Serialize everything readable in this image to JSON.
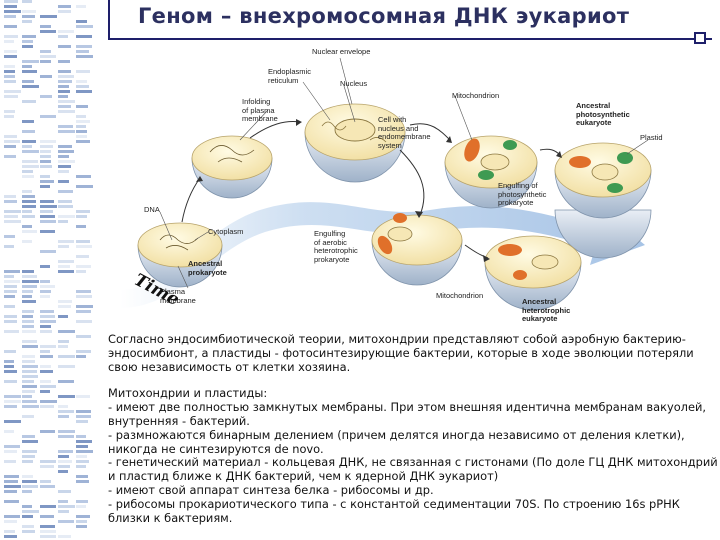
{
  "title": "Геном – внехромосомная ДНК эукариот",
  "diagram": {
    "time_label": "Time",
    "labels": {
      "nuclear_envelope": "Nuclear envelope",
      "endoplasmic_reticulum": "Endoplasmic\nreticulum",
      "nucleus": "Nucleus",
      "infolding": "Infolding\nof plasma\nmembrane",
      "cell_with_nucleus": "Cell with\nnucleus and\nendomembrane\nsystem",
      "mitochondrion_top": "Mitochondrion",
      "ancestral_photosynthetic": "Ancestral\nphotosynthetic\neukaryote",
      "plastid": "Plastid",
      "engulfing_photosynthetic": "Engulfing of\nphotosynthetic\nprokaryote",
      "dna": "DNA",
      "cytoplasm": "Cytoplasm",
      "ancestral_prokaryote": "Ancestral\nprokaryote",
      "plasma_membrane": "Plasma\nmembrane",
      "engulfing_aerobic": "Engulfing\nof aerobic\nheterotrophic\nprokaryote",
      "mitochondrion_bottom": "Mitochondrion",
      "ancestral_heterotrophic": "Ancestral\nheterotrophic\neukaryote"
    }
  },
  "text": {
    "para1": "Согласно эндосимбиотической теории, митохондрии представляют собой аэробную бактерию-эндосимбионт, а пластиды - фотосинтезирующие бактерии, которые в ходе эволюции потеряли свою независимость от клетки хозяина.",
    "heading": "Митохондрии и пластиды:",
    "items": [
      "- имеют две полностью замкнутых мембраны. При этом внешняя идентична мембранам вакуолей, внутренняя - бактерий.",
      "- размножаются бинарным делением (причем делятся иногда независимо от деления клетки), никогда не синтезируются de novo.",
      "- генетический материал - кольцевая ДНК, не связанная с гистонами (По доле ГЦ ДНК митохондрий и пластид ближе к ДНК бактерий, чем к ядерной ДНК эукариот)",
      "- имеют свой аппарат синтеза белка - рибосомы и др.",
      "- рибосомы прокариотического типа - с константой седиментации 70S. По строению 16s рРНК близки к бактериям."
    ]
  },
  "colors": {
    "title": "#2c3060",
    "frame": "#1e1f6a",
    "arrow": "#a8c4e6",
    "cell": "#fbf0c8",
    "cell_shadow": "#8fa6c0",
    "mitochondrion": "#e0702a",
    "plastid": "#3e9a52"
  }
}
